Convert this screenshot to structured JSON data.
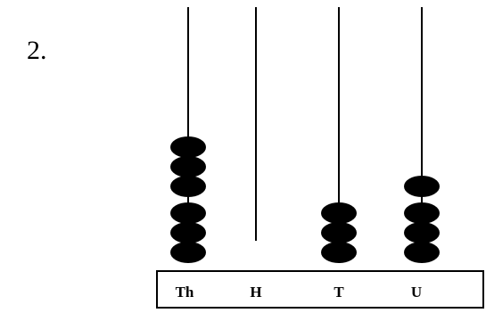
{
  "question": {
    "number": "2."
  },
  "abacus": {
    "rods": [
      {
        "label": "Th",
        "beads": 6
      },
      {
        "label": "H",
        "beads": 0
      },
      {
        "label": "T",
        "beads": 3
      },
      {
        "label": "U",
        "beads": 4
      }
    ],
    "colors": {
      "bead": "#000000",
      "rod": "#000000",
      "background": "#ffffff"
    }
  }
}
